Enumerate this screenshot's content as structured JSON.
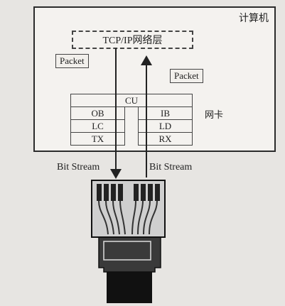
{
  "computer_label": "计算机",
  "tcp_layer_label": "TCP/IP网络层",
  "packet_left": "Packet",
  "packet_right": "Packet",
  "nic_label": "网卡",
  "nic_rows": {
    "cu": "CU",
    "ob": "OB",
    "ib": "IB",
    "lc": "LC",
    "ld": "LD",
    "tx": "TX",
    "rx": "RX"
  },
  "bit_stream_left": "Bit Stream",
  "bit_stream_right": "Bit Stream"
}
